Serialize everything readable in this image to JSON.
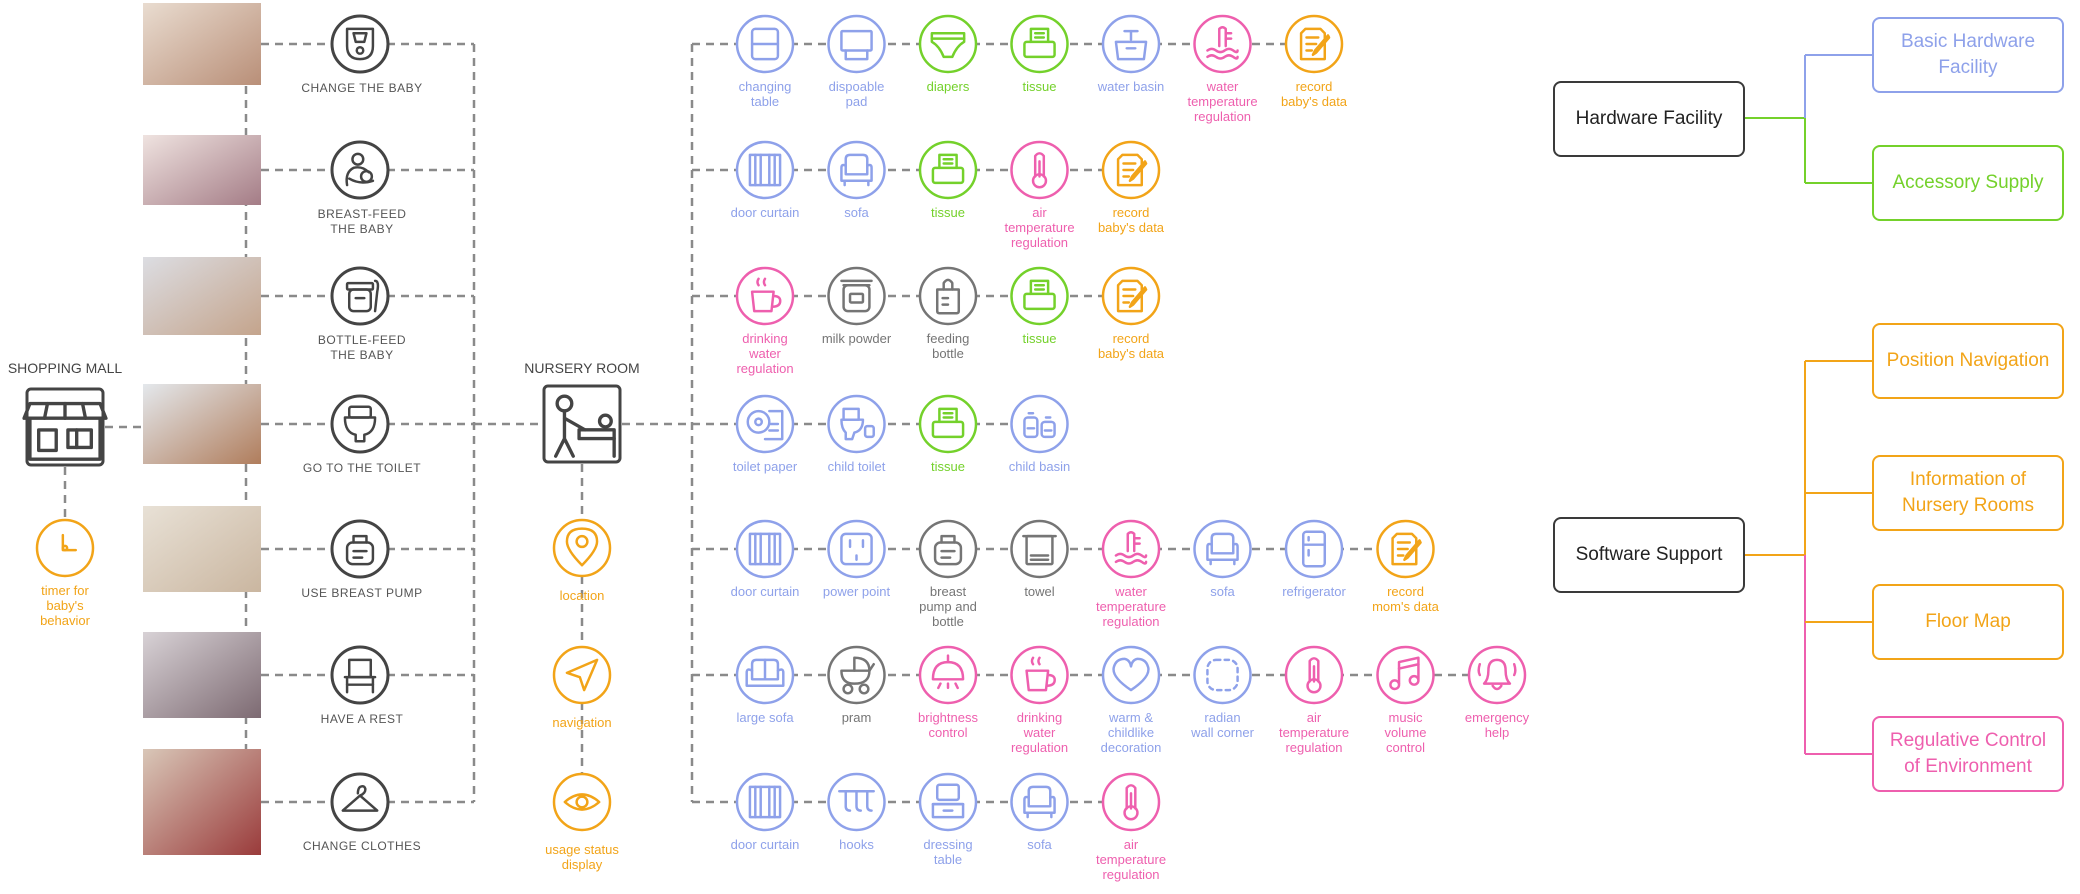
{
  "colors": {
    "blue": "#8ea1ea",
    "green": "#74d12b",
    "pink": "#ee5fae",
    "orange": "#f2a418",
    "gray": "#757575",
    "dark": "#444444",
    "line": "#8a8a8a"
  },
  "mall": {
    "title": "SHOPPING MALL",
    "icon": "storefront-icon"
  },
  "timer": {
    "label": "timer for\nbaby's\nbehavior",
    "icon": "clock-icon"
  },
  "nursery": {
    "title": "NURSERY ROOM",
    "icon": "baby-changing-icon"
  },
  "activities": [
    {
      "label": "CHANGE THE BABY",
      "icon": "diaper-bag-icon",
      "photo": "mother changing baby"
    },
    {
      "label": "BREAST-FEED\nTHE BABY",
      "icon": "breastfeeding-icon",
      "photo": "mother breast-feeding"
    },
    {
      "label": "BOTTLE-FEED\nTHE BABY",
      "icon": "baby-food-jar-icon",
      "photo": "baby with feeding bottle"
    },
    {
      "label": "GO TO THE TOILET",
      "icon": "toilet-icon",
      "photo": "child at sink"
    },
    {
      "label": "USE BREAST PUMP",
      "icon": "breast-pump-icon",
      "photo": "breast pump"
    },
    {
      "label": "HAVE A REST",
      "icon": "chair-icon",
      "photo": "family resting on sofa"
    },
    {
      "label": "CHANGE CLOTHES",
      "icon": "hanger-icon",
      "photo": "mother dressing child"
    }
  ],
  "features": [
    {
      "label": "location",
      "icon": "location-pin-icon"
    },
    {
      "label": "navigation",
      "icon": "navigation-arrow-icon"
    },
    {
      "label": "usage status\ndisplay",
      "icon": "eye-icon"
    }
  ],
  "facility_rows": [
    [
      {
        "label": "changing\ntable",
        "icon": "changing-table-icon",
        "color": "blue"
      },
      {
        "label": "dispoable\npad",
        "icon": "disposable-pad-icon",
        "color": "blue"
      },
      {
        "label": "diapers",
        "icon": "diaper-icon",
        "color": "green"
      },
      {
        "label": "tissue",
        "icon": "tissue-icon",
        "color": "green"
      },
      {
        "label": "water basin",
        "icon": "water-basin-icon",
        "color": "blue"
      },
      {
        "label": "water\ntemperature\nregulation",
        "icon": "water-temperature-icon",
        "color": "pink"
      },
      {
        "label": "record\nbaby's data",
        "icon": "record-data-icon",
        "color": "orange"
      }
    ],
    [
      {
        "label": "door curtain",
        "icon": "door-curtain-icon",
        "color": "blue"
      },
      {
        "label": "sofa",
        "icon": "sofa-icon",
        "color": "blue"
      },
      {
        "label": "tissue",
        "icon": "tissue-icon",
        "color": "green"
      },
      {
        "label": "air\ntemperature\nregulation",
        "icon": "thermometer-icon",
        "color": "pink"
      },
      {
        "label": "record\nbaby's data",
        "icon": "record-data-icon",
        "color": "orange"
      }
    ],
    [
      {
        "label": "drinking\nwater\nregulation",
        "icon": "cup-icon",
        "color": "pink"
      },
      {
        "label": "milk powder",
        "icon": "milk-powder-icon",
        "color": "gray"
      },
      {
        "label": "feeding\nbottle",
        "icon": "feeding-bottle-icon",
        "color": "gray"
      },
      {
        "label": "tissue",
        "icon": "tissue-icon",
        "color": "green"
      },
      {
        "label": "record\nbaby's data",
        "icon": "record-data-icon",
        "color": "orange"
      }
    ],
    [
      {
        "label": "toilet paper",
        "icon": "toilet-paper-icon",
        "color": "blue"
      },
      {
        "label": "child toilet",
        "icon": "child-toilet-icon",
        "color": "blue"
      },
      {
        "label": "tissue",
        "icon": "tissue-icon",
        "color": "green"
      },
      {
        "label": "child basin",
        "icon": "child-basin-icon",
        "color": "blue"
      }
    ],
    [
      {
        "label": "door curtain",
        "icon": "door-curtain-icon",
        "color": "blue"
      },
      {
        "label": "power point",
        "icon": "power-outlet-icon",
        "color": "blue"
      },
      {
        "label": "breast\npump and\nbottle",
        "icon": "breast-pump-icon",
        "color": "gray"
      },
      {
        "label": "towel",
        "icon": "towel-icon",
        "color": "gray"
      },
      {
        "label": "water\ntemperature\nregulation",
        "icon": "water-temperature-icon",
        "color": "pink"
      },
      {
        "label": "sofa",
        "icon": "sofa-icon",
        "color": "blue"
      },
      {
        "label": "refrigerator",
        "icon": "refrigerator-icon",
        "color": "blue"
      },
      {
        "label": "record\nmom's data",
        "icon": "record-data-icon",
        "color": "orange"
      }
    ],
    [
      {
        "label": "large sofa",
        "icon": "large-sofa-icon",
        "color": "blue"
      },
      {
        "label": "pram",
        "icon": "pram-icon",
        "color": "gray"
      },
      {
        "label": "brightness\ncontrol",
        "icon": "lamp-icon",
        "color": "pink"
      },
      {
        "label": "drinking\nwater\nregulation",
        "icon": "cup-icon",
        "color": "pink"
      },
      {
        "label": "warm &\nchildlike\ndecoration",
        "icon": "heart-icon",
        "color": "blue"
      },
      {
        "label": "radian\nwall corner",
        "icon": "rounded-corner-icon",
        "color": "blue"
      },
      {
        "label": "air\ntemperature\nregulation",
        "icon": "thermometer-icon",
        "color": "pink"
      },
      {
        "label": "music\nvolume\ncontrol",
        "icon": "music-note-icon",
        "color": "pink"
      },
      {
        "label": "emergency\nhelp",
        "icon": "bell-icon",
        "color": "pink"
      }
    ],
    [
      {
        "label": "door curtain",
        "icon": "door-curtain-icon",
        "color": "blue"
      },
      {
        "label": "hooks",
        "icon": "hooks-icon",
        "color": "blue"
      },
      {
        "label": "dressing\ntable",
        "icon": "dressing-table-icon",
        "color": "blue"
      },
      {
        "label": "sofa",
        "icon": "sofa-icon",
        "color": "blue"
      },
      {
        "label": "air\ntemperature\nregulation",
        "icon": "thermometer-icon",
        "color": "pink"
      }
    ]
  ],
  "legend": {
    "hardware": {
      "label": "Hardware Facility"
    },
    "software": {
      "label": "Software Support"
    },
    "hardware_children": [
      {
        "label": "Basic Hardware\nFacility",
        "color": "blue"
      },
      {
        "label": "Accessory Supply",
        "color": "green"
      }
    ],
    "software_children": [
      {
        "label": "Position Navigation",
        "color": "orange"
      },
      {
        "label": "Information of\nNursery Rooms",
        "color": "orange"
      },
      {
        "label": "Floor Map",
        "color": "orange"
      },
      {
        "label": "Regulative Control\nof Environment",
        "color": "pink"
      }
    ]
  }
}
